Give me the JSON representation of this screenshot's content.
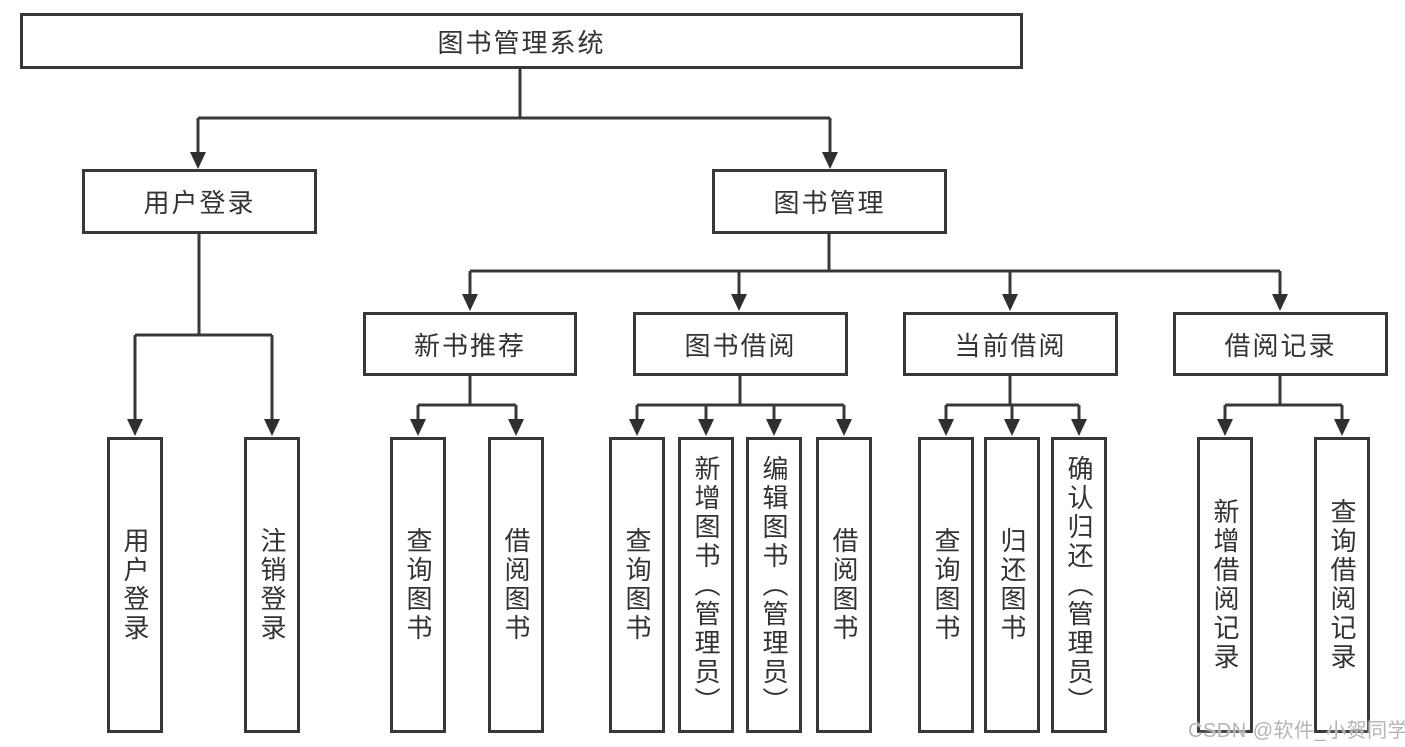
{
  "diagram": {
    "root": {
      "label": "图书管理系统"
    },
    "user": {
      "label": "用户登录",
      "children": [
        "用户登录",
        "注销登录"
      ]
    },
    "mgmt": {
      "label": "图书管理",
      "groups": [
        {
          "label": "新书推荐",
          "children": [
            "查询图书",
            "借阅图书"
          ]
        },
        {
          "label": "图书借阅",
          "children": [
            "查询图书",
            "新增图书（管理员）",
            "编辑图书（管理员）",
            "借阅图书"
          ]
        },
        {
          "label": "当前借阅",
          "children": [
            "查询图书",
            "归还图书",
            "确认归还（管理员）"
          ]
        },
        {
          "label": "借阅记录",
          "children": [
            "新增借阅记录",
            "查询借阅记录"
          ]
        }
      ]
    }
  },
  "watermark": {
    "text": "CSDN @软件_小贺同学"
  },
  "colors": {
    "line": "#383838",
    "text": "#333333",
    "watermark": "#b5b5b5",
    "background": "#ffffff"
  }
}
